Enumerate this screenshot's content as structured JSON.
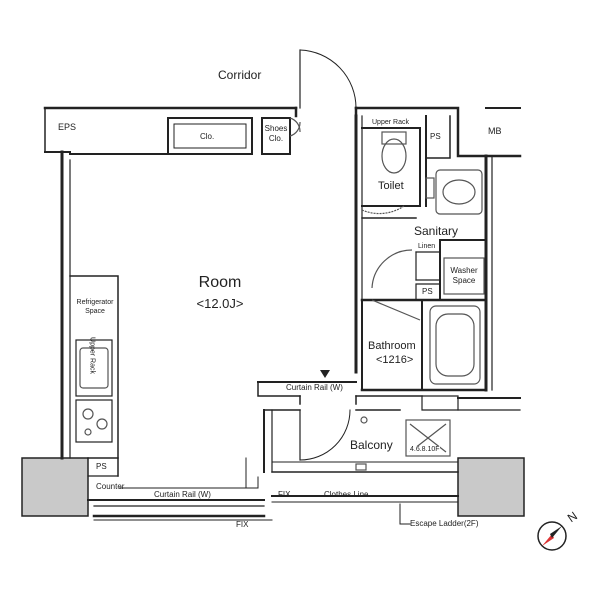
{
  "labels": {
    "corridor": "Corridor",
    "eps": "EPS",
    "mb": "MB",
    "closet": "Clo.",
    "shoes_closet_line1": "Shoes",
    "shoes_closet_line2": "Clo.",
    "upper_rack_toilet": "Upper Rack",
    "ps_top": "PS",
    "toilet": "Toilet",
    "sanitary": "Sanitary",
    "linen": "Linen",
    "washer_line1": "Washer",
    "washer_line2": "Space",
    "ps_sanitary": "PS",
    "room": "Room",
    "room_size": "<12.0J>",
    "refrigerator_line1": "Refrigerator",
    "refrigerator_line2": "Space",
    "upper_rack_kitchen": "Upper Rack",
    "bathroom": "Bathroom",
    "bathroom_size": "<1216>",
    "curtain_rail_top": "Curtain Rail (W)",
    "balcony": "Balcony",
    "escape_hatch": "4.6.8.10F",
    "ps_kitchen": "PS",
    "counter": "Counter",
    "curtain_rail_bottom": "Curtain Rail (W)",
    "fix_right": "FIX",
    "clothes_line": "Clothes Line",
    "fix_bottom": "FIX",
    "escape_ladder": "Escape Ladder(2F)",
    "compass_n": "N"
  },
  "colors": {
    "wall": "#222222",
    "column": "#c9c9c9",
    "fixture": "#555555"
  }
}
